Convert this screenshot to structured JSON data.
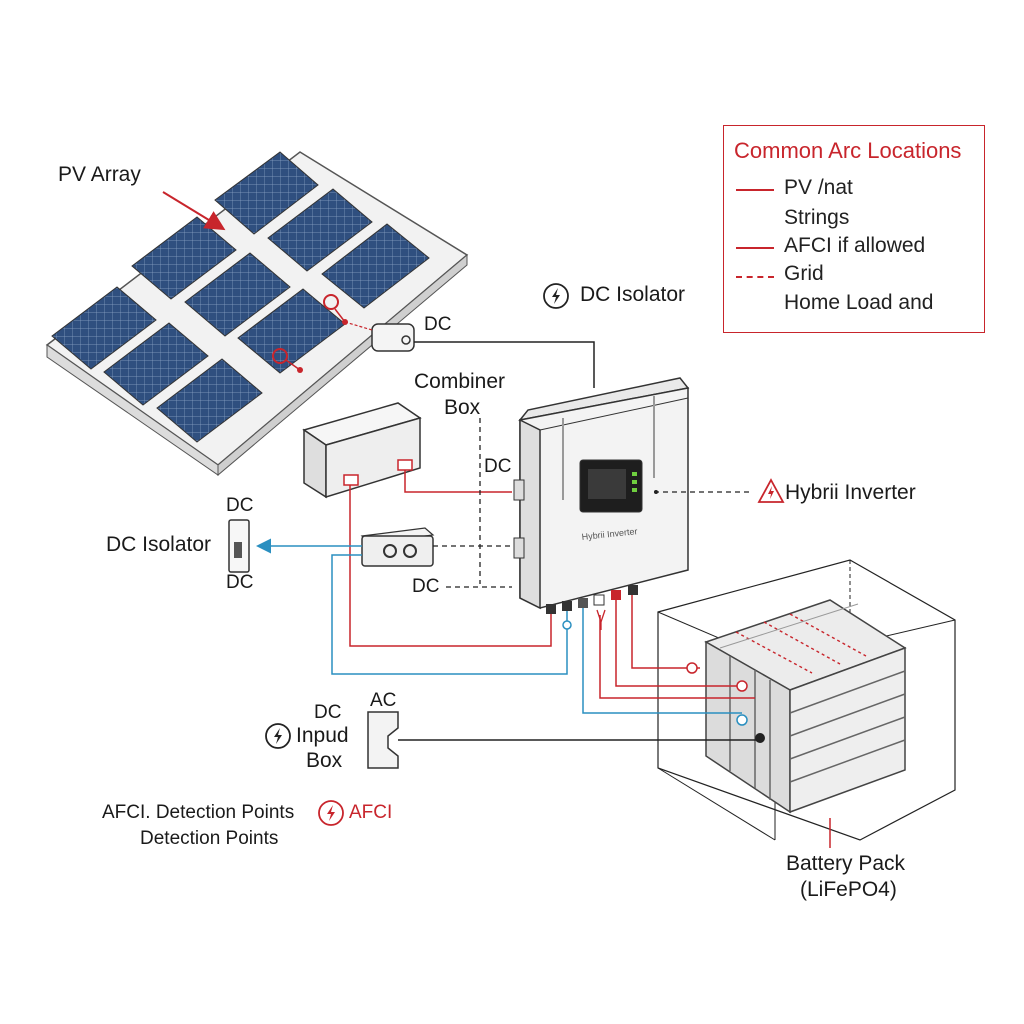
{
  "labels": {
    "pv_array": "PV Array",
    "dc_isolator_top": "DC Isolator",
    "dc_near_pv": "DC",
    "combiner_box_line1": "Combiner",
    "combiner_box_line2": "Box",
    "dc_center": "DC",
    "hybrid_inverter": "Hybrii Inverter",
    "inverter_front_text": "Hybrii Inverter",
    "dc_left_top": "DC",
    "dc_isolator_left": "DC Isolator",
    "dc_left_bottom": "DC",
    "dc_bottom_center": "DC",
    "dc_input_dc": "DC",
    "dc_input_ac": "AC",
    "input_box_line1": "Inpud",
    "input_box_line2": "Box",
    "afci_detection_line1": "AFCI. Detection Points",
    "afci_detection_line2": "Detection Points",
    "afci": "AFCI",
    "battery_line1": "Battery Pack",
    "battery_line2": "(LiFePO4)"
  },
  "legend": {
    "title": "Common Arc Locations",
    "items": [
      {
        "style": "solid",
        "text": "PV /nat"
      },
      {
        "style": "none",
        "text": "Strings"
      },
      {
        "style": "solid",
        "text": "AFCI if  allowed"
      },
      {
        "style": "dashed",
        "text": "Grid"
      },
      {
        "style": "none",
        "text": "Home Load and"
      }
    ]
  },
  "colors": {
    "accent_red": "#c8252c",
    "wire_blue": "#2a8fc0",
    "line_dark": "#222222",
    "panel_blue": "#2f4f7f"
  },
  "icons": {
    "lightning_circle": "lightning-circle-icon",
    "warning_triangle": "warning-triangle-icon"
  }
}
